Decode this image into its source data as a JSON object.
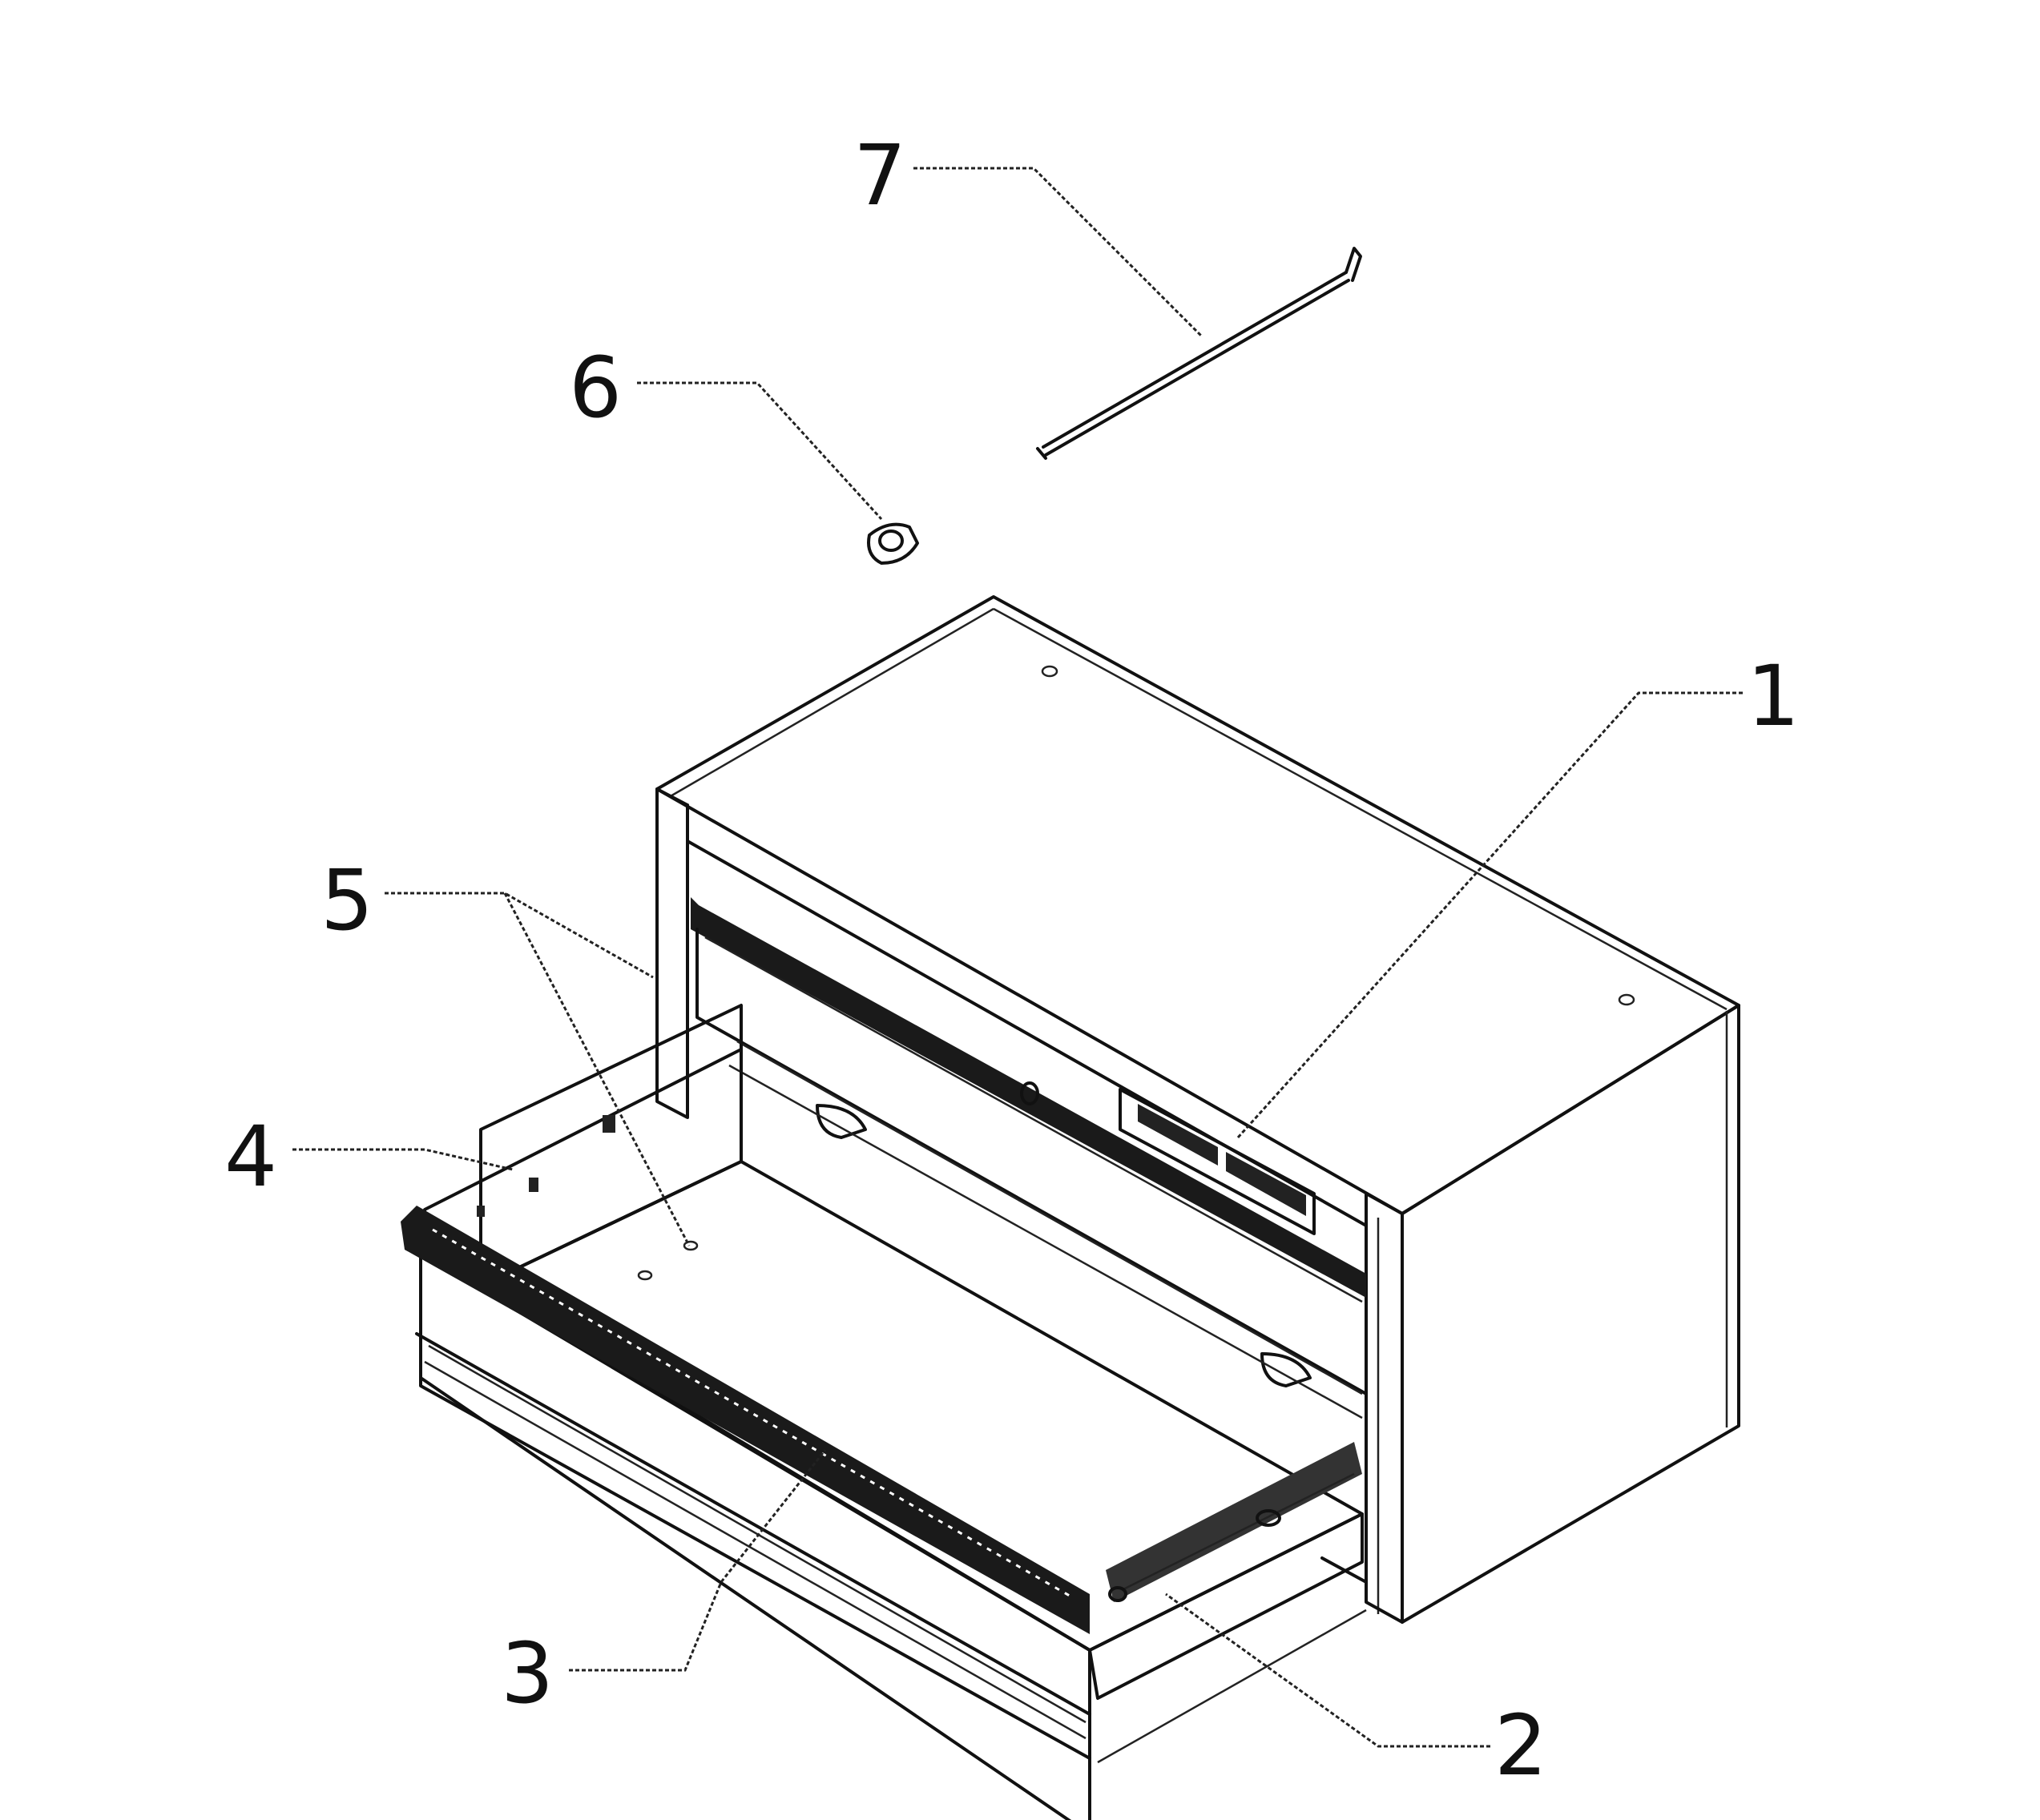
{
  "figure": {
    "part_labels": [
      {
        "id": "1",
        "text": "1"
      },
      {
        "id": "2",
        "text": "2"
      },
      {
        "id": "3",
        "text": "3"
      },
      {
        "id": "4",
        "text": "4"
      },
      {
        "id": "5",
        "text": "5"
      },
      {
        "id": "6",
        "text": "6"
      },
      {
        "id": "7",
        "text": "7"
      }
    ]
  },
  "colors": {
    "line": "#111111",
    "background": "#ffffff",
    "dark_strip": "#1a1a1a"
  }
}
